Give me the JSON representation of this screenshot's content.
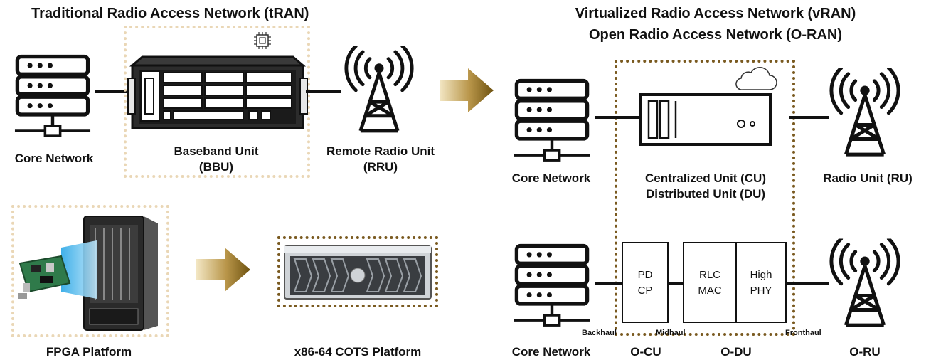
{
  "left": {
    "title": "Traditional Radio Access Network (tRAN)",
    "core_label": "Core Network",
    "bbu_label_1": "Baseband Unit",
    "bbu_label_2": "(BBU)",
    "rru_label_1": "Remote Radio Unit",
    "rru_label_2": "(RRU)",
    "fpga_label": "FPGA Platform",
    "cots_label": "x86-64 COTS Platform"
  },
  "right": {
    "title_1": "Virtualized Radio Access Network (vRAN)",
    "title_2": "Open Radio Access Network (O-RAN)",
    "core_label_top": "Core Network",
    "cu_du_label_1": "Centralized Unit (CU)",
    "cu_du_label_2": "Distributed Unit (DU)",
    "ru_label": "Radio Unit (RU)",
    "core_label_bottom": "Core Network",
    "ocu_label": "O-CU",
    "odu_label": "O-DU",
    "oru_label": "O-RU",
    "pdcp_1": "PD",
    "pdcp_2": "CP",
    "rlc": "RLC",
    "mac": "MAC",
    "high": "High",
    "phy": "PHY",
    "backhaul": "Backhaul",
    "midhaul": "Midhaul",
    "fronthaul": "Fronthaul"
  },
  "colors": {
    "tan_border": "#ead7b6",
    "brown_border": "#7a5a20",
    "arrow_gold": "#8b6a1c"
  }
}
